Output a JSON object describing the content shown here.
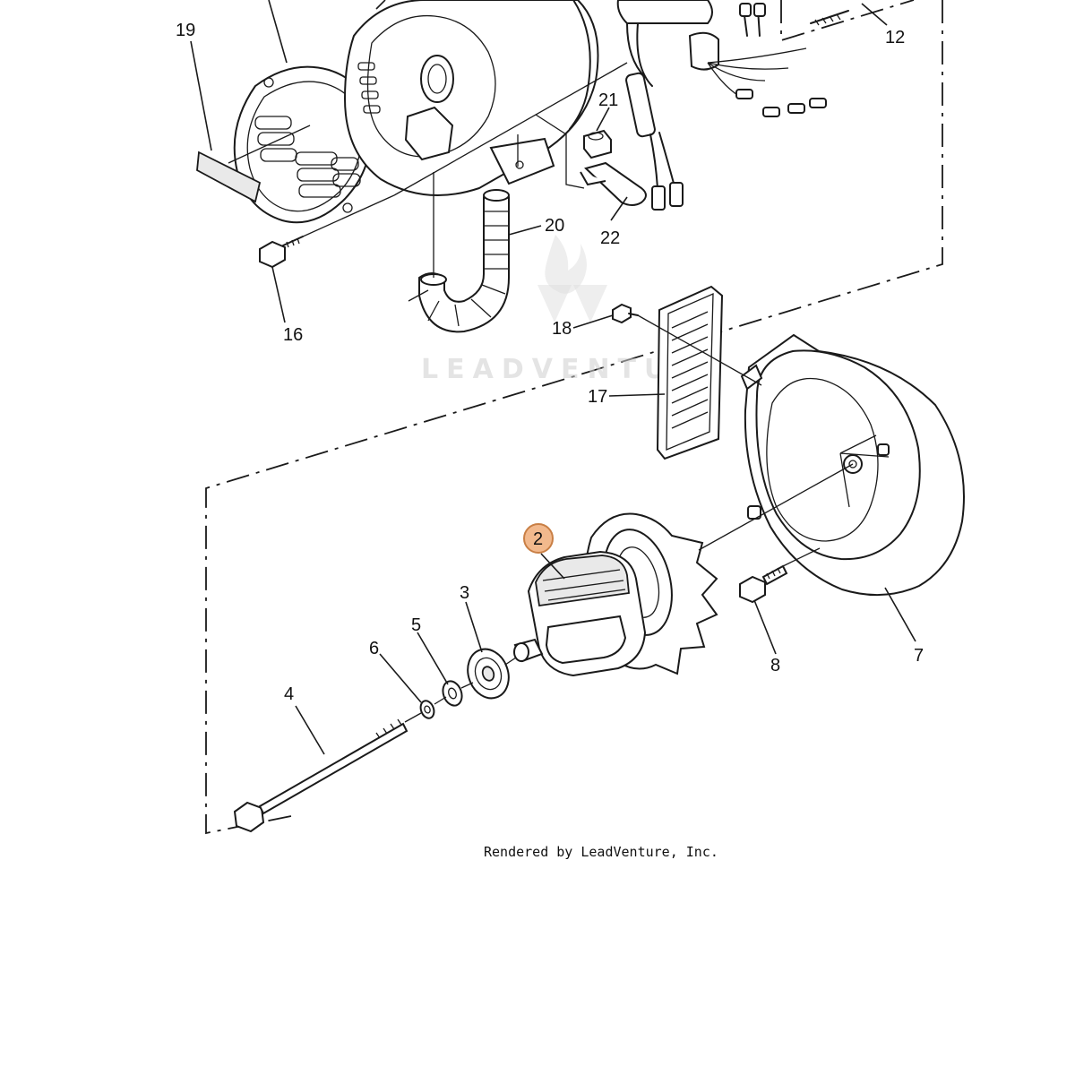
{
  "diagram": {
    "callouts": [
      {
        "id": "c19",
        "label": "19"
      },
      {
        "id": "c12",
        "label": "12"
      },
      {
        "id": "c21",
        "label": "21"
      },
      {
        "id": "c20",
        "label": "20"
      },
      {
        "id": "c22",
        "label": "22"
      },
      {
        "id": "c16",
        "label": "16"
      },
      {
        "id": "c18",
        "label": "18"
      },
      {
        "id": "c17",
        "label": "17"
      },
      {
        "id": "c2",
        "label": "2",
        "highlighted": true
      },
      {
        "id": "c3",
        "label": "3"
      },
      {
        "id": "c5",
        "label": "5"
      },
      {
        "id": "c6",
        "label": "6"
      },
      {
        "id": "c4",
        "label": "4"
      },
      {
        "id": "c8",
        "label": "8"
      },
      {
        "id": "c7",
        "label": "7"
      }
    ],
    "highlight_color": "#f2b98d",
    "watermark": "LEADVENTURE",
    "credit": "Rendered by LeadVenture, Inc."
  }
}
